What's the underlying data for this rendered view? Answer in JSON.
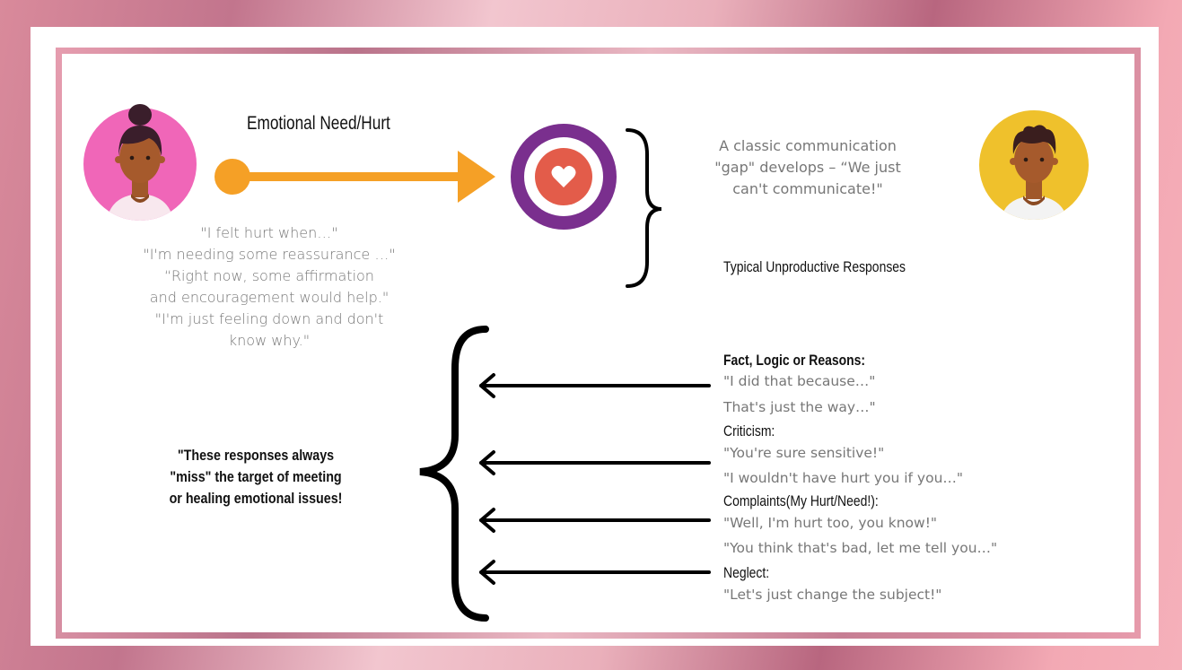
{
  "colors": {
    "avatar_left_bg": "#f066b8",
    "avatar_right_bg": "#efc12c",
    "arrow_orange": "#f5a026",
    "target_purple": "#7a2f8e",
    "target_red": "#e35c4a",
    "text_gray": "#777777"
  },
  "icons": {
    "left_person": "woman-avatar-icon",
    "right_person": "man-avatar-icon",
    "target": "heart-target-icon"
  },
  "diagram": {
    "arrow_label": "Emotional Need/Hurt",
    "speaker_quotes": [
      "\"I felt hurt when…\"",
      "\"I'm needing some reassurance …\"",
      "“Right now, some affirmation",
      "and encouragement would help.\"",
      "\"I'm just feeling down and don't",
      "know why.\""
    ],
    "gap_text": [
      "A classic communication",
      "\"gap\" develops – “We just",
      "can't communicate!\""
    ],
    "responses_heading": "Typical Unproductive Responses",
    "miss_note": [
      "\"These responses always",
      "\"miss\" the target of meeting",
      "or healing emotional issues!"
    ],
    "responses": [
      {
        "label": "Fact, Logic or Reasons:",
        "lines": [
          "\"I did that because…\"",
          "That's just the way…\""
        ]
      },
      {
        "label": "Criticism:",
        "lines": [
          "\"You're sure sensitive!\"",
          "\"I wouldn't have hurt you if you…\""
        ]
      },
      {
        "label": "Complaints(My Hurt/Need!):",
        "lines": [
          "\"Well, I'm hurt too, you know!\"",
          "\"You think that's bad, let me tell you…\""
        ]
      },
      {
        "label": "Neglect:",
        "lines": [
          "\"Let's just change the subject!\""
        ]
      }
    ]
  }
}
